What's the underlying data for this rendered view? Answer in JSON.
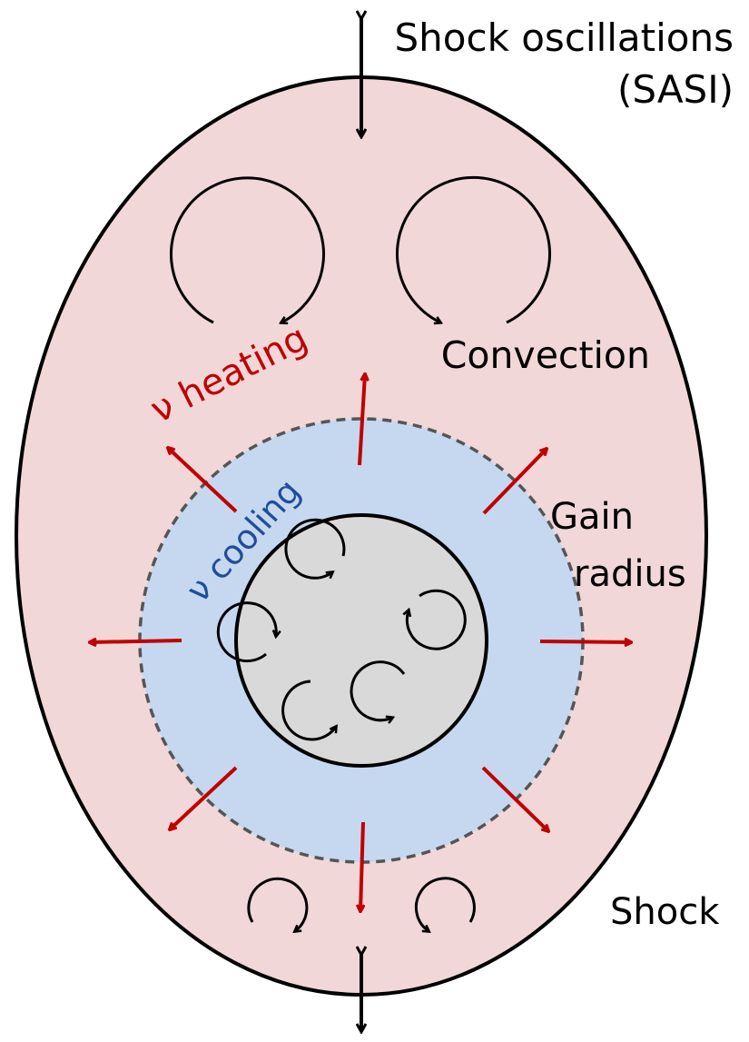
{
  "labels": {
    "shock_osc_line1": "Shock oscillations",
    "shock_osc_line2": "(SASI)",
    "convection": "Convection",
    "heating": "ν heating",
    "cooling": "ν cooling",
    "gain_line1": "Gain",
    "gain_line2": "radius",
    "shock": "Shock"
  },
  "colors": {
    "shock_region": "#f1d7d8",
    "gain_region": "#c6d8ef",
    "core": "#d9d9d9",
    "heating_text": "#c00000",
    "cooling_text": "#1f4e9a",
    "red_arrow": "#c00000",
    "outline": "#000000",
    "gain_border": "#555555"
  },
  "icons": {
    "double_arrow": "vertical-double-arrow-icon",
    "swirl": "circular-arrow-icon",
    "outward_arrow": "outward-arrow-icon"
  }
}
